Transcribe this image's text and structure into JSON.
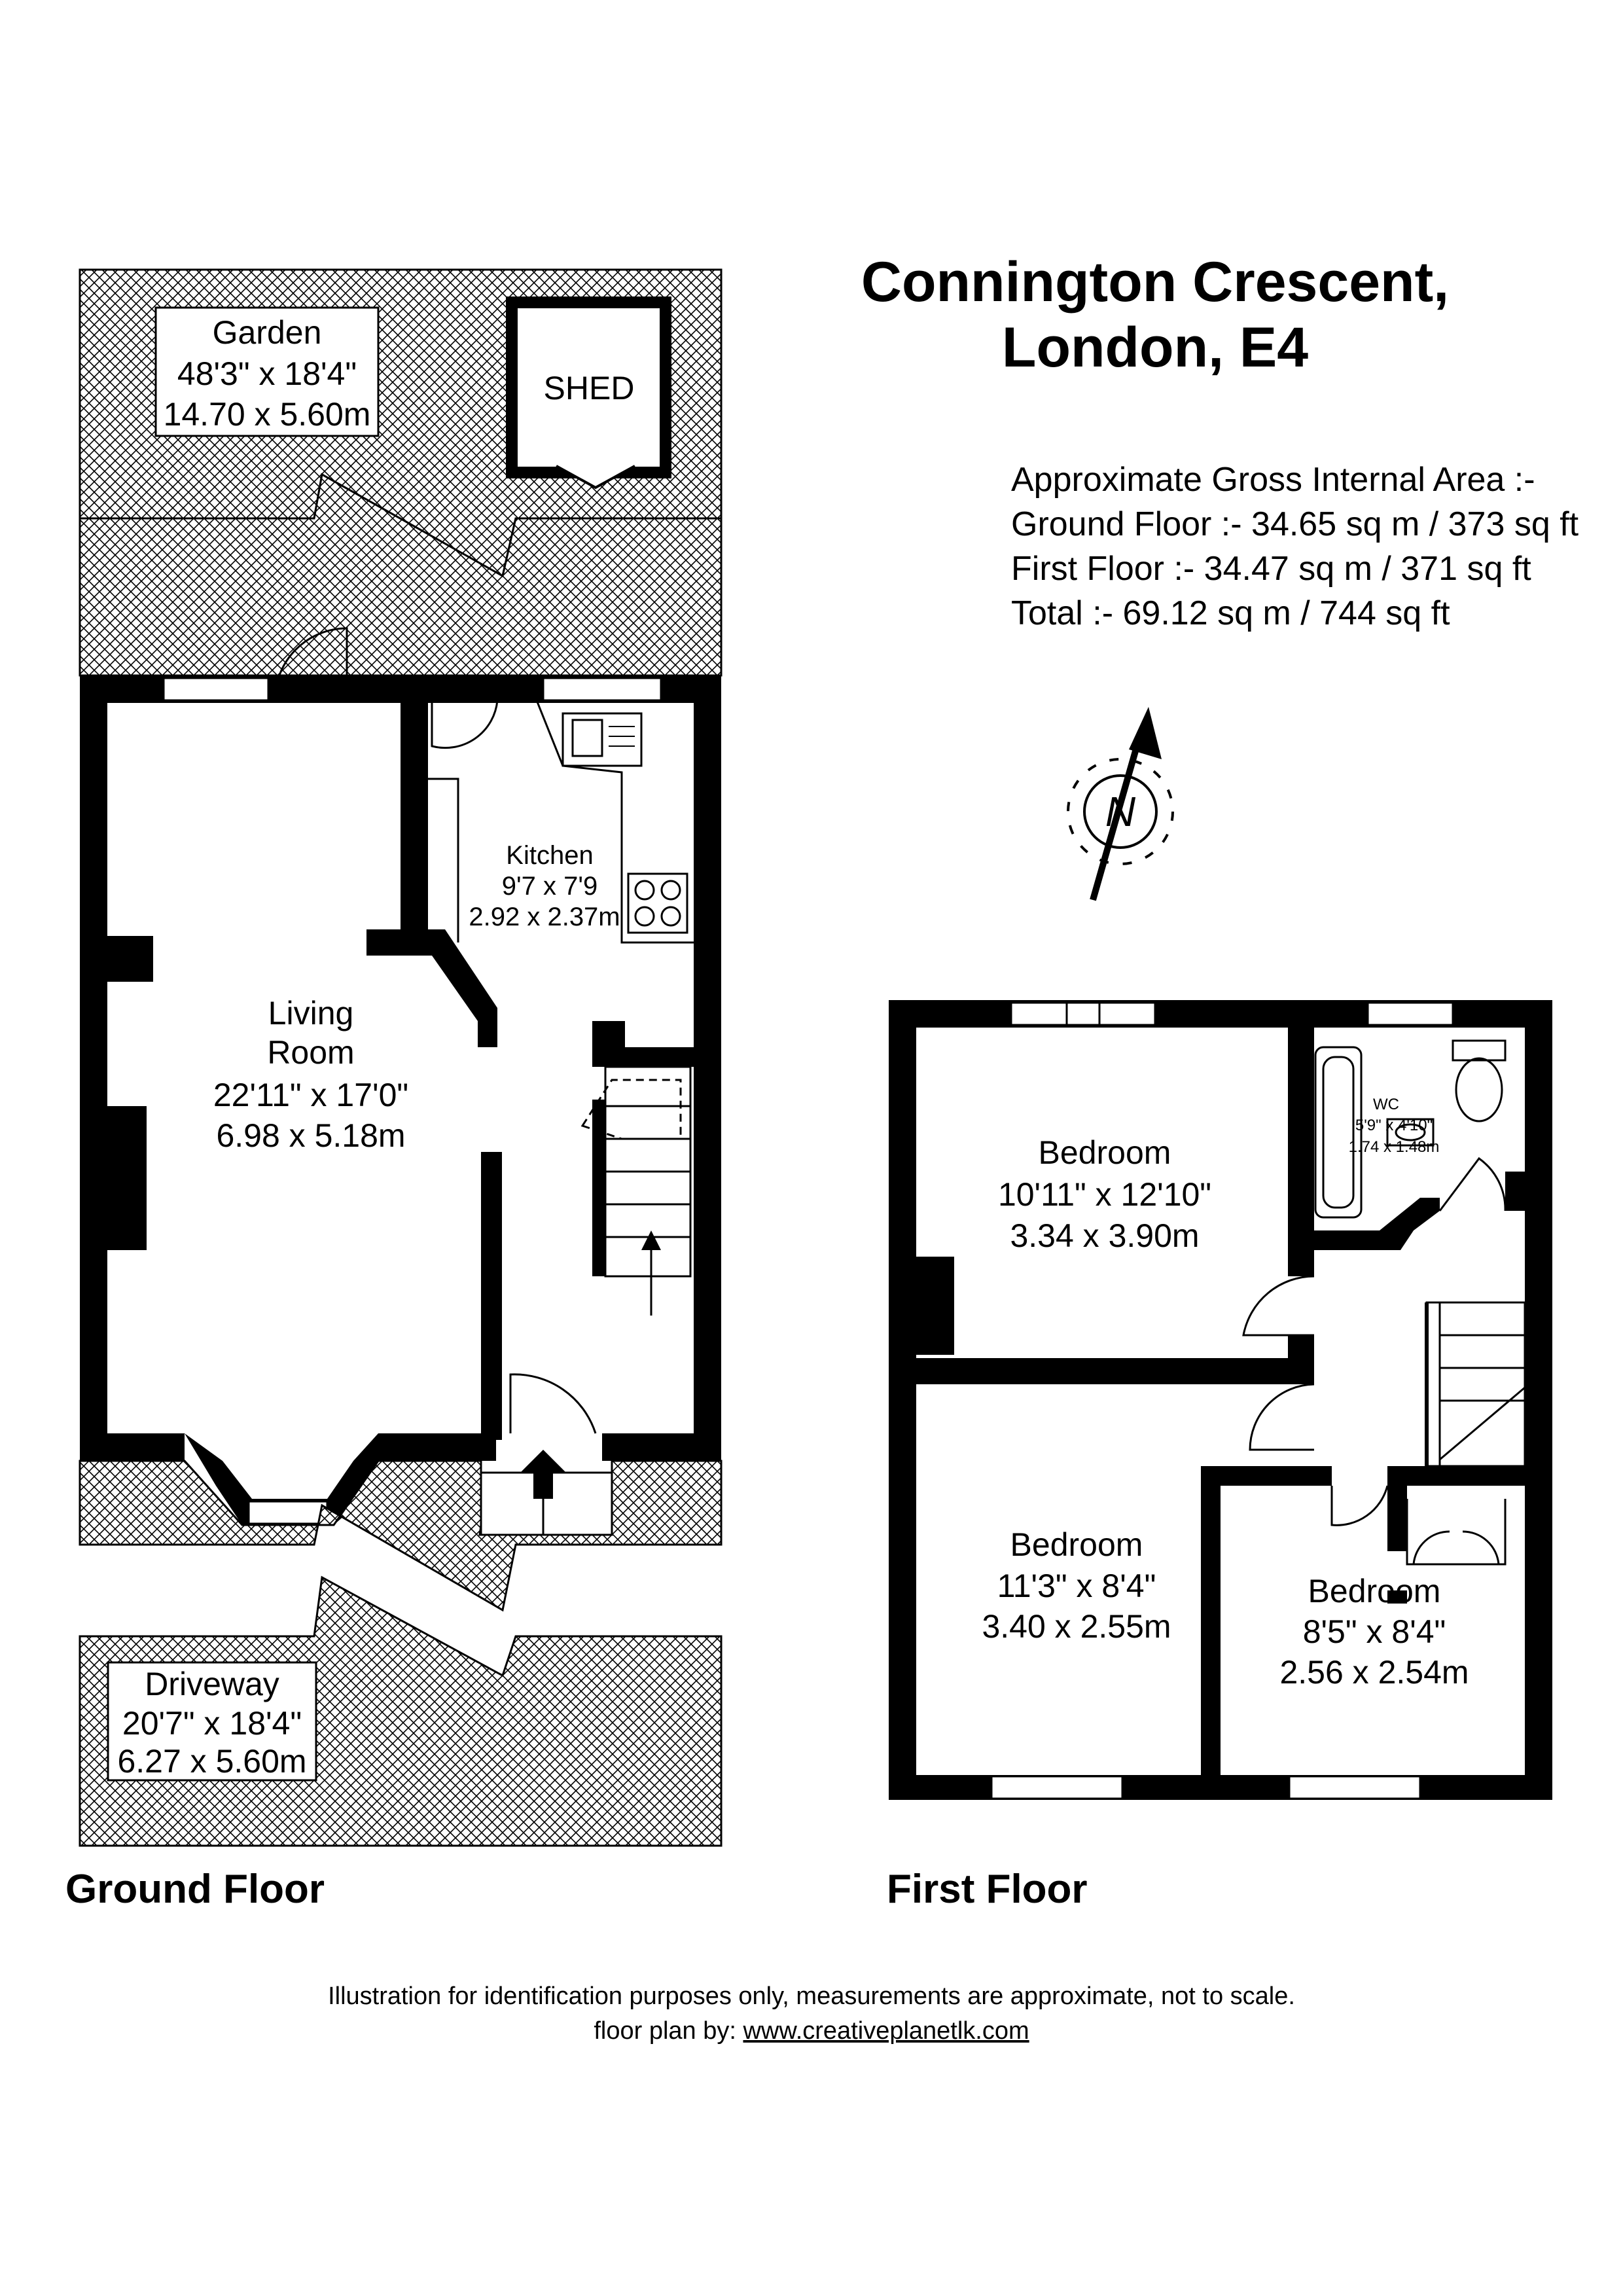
{
  "property": {
    "title_line1": "Connington Crescent,",
    "title_line2": "London, E4"
  },
  "area": {
    "heading": "Approximate Gross Internal Area :-",
    "ground": "Ground Floor :- 34.65 sq m / 373 sq ft",
    "first": "First Floor :- 34.47 sq m / 371 sq ft",
    "total": "Total :- 69.12 sq m / 744 sq ft"
  },
  "compass": {
    "letter": "N",
    "icon": "north-arrow-icon"
  },
  "ground_floor": {
    "label": "Ground Floor",
    "garden": {
      "name": "Garden",
      "imperial": "48'3\" x 18'4\"",
      "metric": "14.70 x 5.60m"
    },
    "shed": {
      "name": "SHED"
    },
    "kitchen": {
      "name": "Kitchen",
      "imperial": "9'7 x 7'9",
      "metric": "2.92 x 2.37m"
    },
    "living": {
      "name1": "Living",
      "name2": "Room",
      "imperial": "22'11\" x 17'0\"",
      "metric": "6.98 x 5.18m"
    },
    "driveway": {
      "name": "Driveway",
      "imperial": "20'7\" x 18'4\"",
      "metric": "6.27 x 5.60m"
    }
  },
  "first_floor": {
    "label": "First Floor",
    "bedroom1": {
      "name": "Bedroom",
      "imperial": "10'11\" x 12'10\"",
      "metric": "3.34 x 3.90m"
    },
    "wc": {
      "name": "WC",
      "imperial": "5'9\" x 4'10\"",
      "metric": "1.74 x 1.48m"
    },
    "bedroom2": {
      "name": "Bedroom",
      "imperial": "11'3\" x 8'4\"",
      "metric": "3.40 x 2.55m"
    },
    "bedroom3": {
      "name": "Bedroom",
      "imperial": "8'5\" x 8'4\"",
      "metric": "2.56 x 2.54m"
    }
  },
  "footer": {
    "disclaimer": "Illustration for identification purposes only, measurements are approximate, not to scale.",
    "credit_prefix": "floor plan by: ",
    "credit_link": "www.creativeplanetlk.com"
  },
  "colors": {
    "wall": "#000000",
    "background": "#ffffff",
    "hatch": "#000000"
  }
}
